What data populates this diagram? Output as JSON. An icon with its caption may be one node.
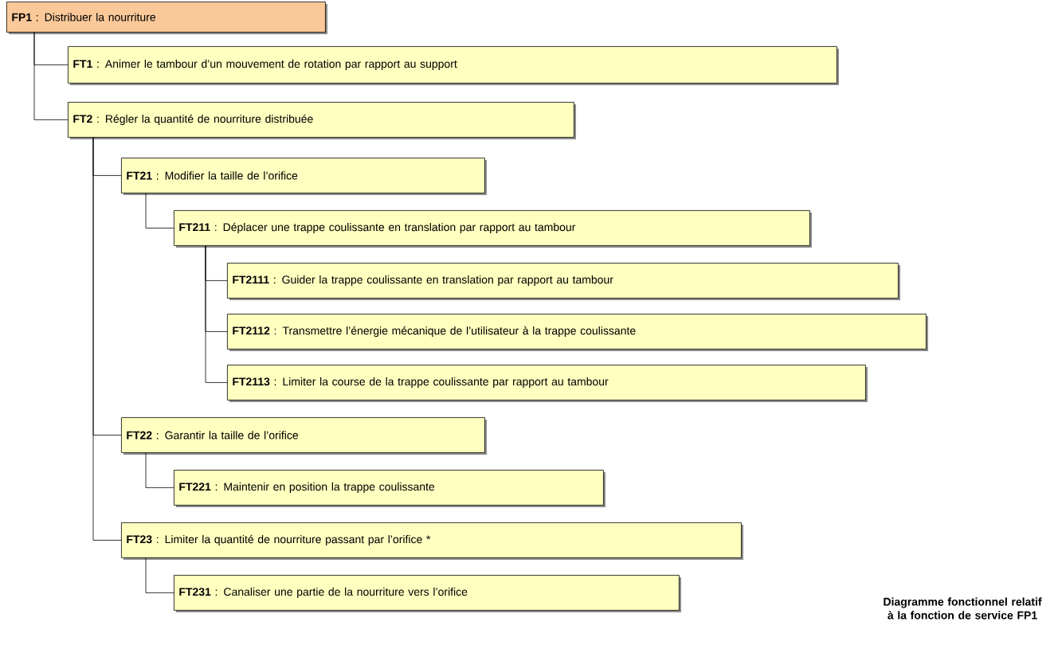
{
  "diagram": {
    "caption": "Diagramme fonctionnel relatif à la fonction de service FP1",
    "nodes": [
      {
        "text": [
          "**FP1** : Distribuer la nourriture"
        ]
      },
      {
        "text": [
          "**FT1** : Animer le tambour d’un mouvement de rotation par rapport au support"
        ]
      },
      {
        "text": [
          "**FT2** : Régler la quantité de nourriture distribuée"
        ]
      },
      {
        "text": [
          "**FT21** : Modifier la taille de l’orifice"
        ]
      },
      {
        "text": [
          "**FT211** : Déplacer une trappe coulissante en translation par rapport au tambour"
        ]
      },
      {
        "text": [
          "**FT2111** : Guider la trappe coulissante en translation par rapport au tambour"
        ]
      },
      {
        "text": [
          "**FT2112** : Transmettre l’énergie mécanique de l’utilisateur à la trappe coulissante"
        ]
      },
      {
        "text": [
          "**FT2113** : Limiter la course de la trappe coulissante par rapport au tambour"
        ]
      },
      {
        "text": [
          "**FT22** : Garantir la taille de l’orifice"
        ]
      },
      {
        "text": [
          "**FT221** : Maintenir en position la trappe coulissante"
        ]
      },
      {
        "text": [
          "**FT23** : Limiter la quantité  de nourriture passant par l’orifice *"
        ]
      },
      {
        "text": [
          "**FT231** : Canaliser une partie de la  nourriture vers l’orifice"
        ]
      }
    ],
    "edges": [
      {
        "from": 0,
        "to": 1,
        "arrow": "none"
      },
      {
        "from": 0,
        "to": 2,
        "arrow": "none"
      },
      {
        "from": 2,
        "to": 3,
        "arrow": "none"
      },
      {
        "from": 3,
        "to": 4,
        "arrow": "none"
      },
      {
        "from": 4,
        "to": 5,
        "arrow": "none"
      },
      {
        "from": 4,
        "to": 6,
        "arrow": "none"
      },
      {
        "from": 4,
        "to": 7,
        "arrow": "none"
      },
      {
        "from": 2,
        "to": 8,
        "arrow": "none"
      },
      {
        "from": 8,
        "to": 9,
        "arrow": "none"
      },
      {
        "from": 2,
        "to": 10,
        "arrow": "none"
      },
      {
        "from": 10,
        "to": 11,
        "arrow": "none"
      }
    ]
  }
}
